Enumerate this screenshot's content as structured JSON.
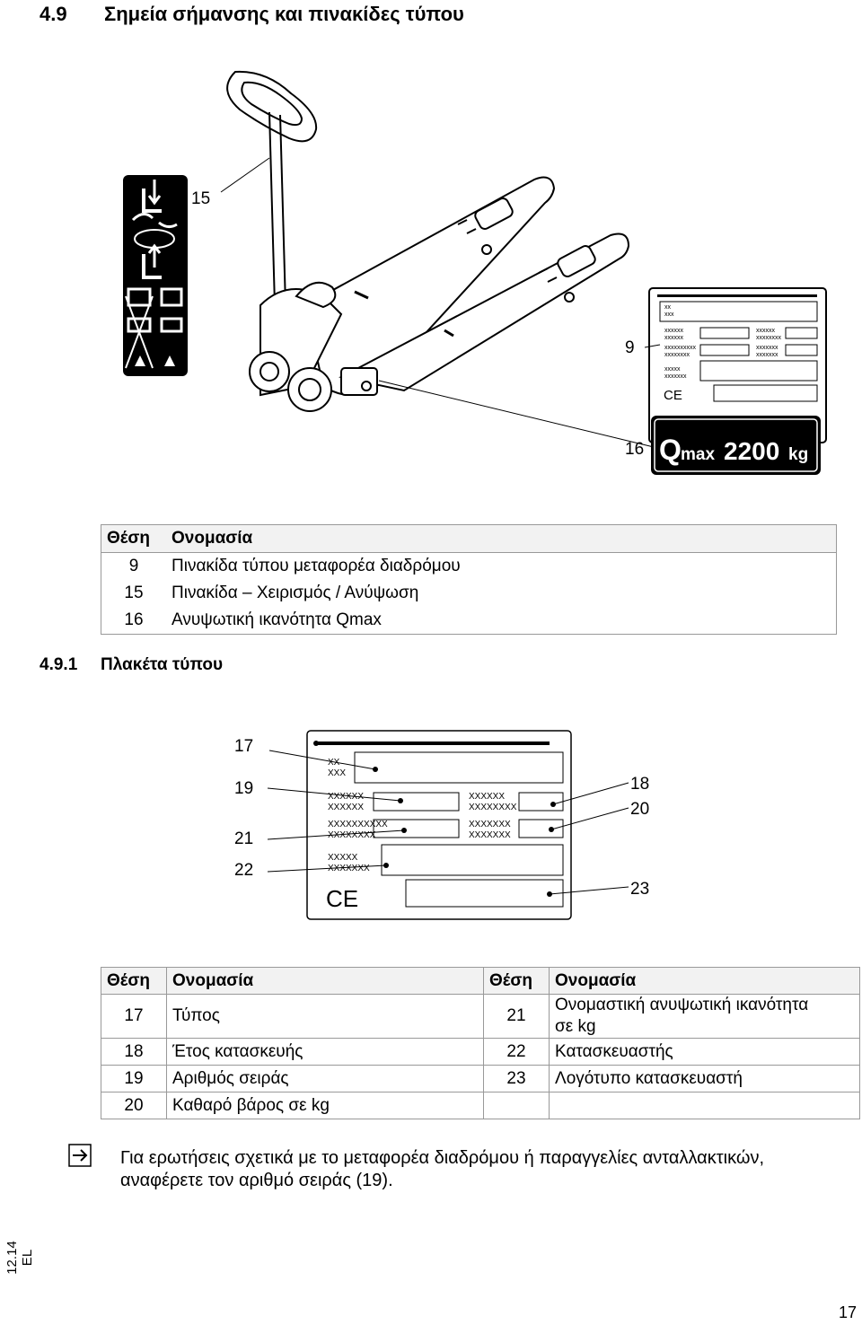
{
  "heading": {
    "number": "4.9",
    "title": "Σημεία σήμανσης και πινακίδες τύπου"
  },
  "figure1": {
    "callouts": {
      "c15": "15",
      "c9": "9",
      "c16": "16"
    },
    "type_plate": {
      "r1a": "xx",
      "r1b": "xxx",
      "r2a": "xxxxxx",
      "r2b": "xxxxxx",
      "r3a": "xxxxxx",
      "r3b": "xxxxxxxx",
      "r4a": "xxxxxxxxxx",
      "r4b": "xxxxxxxx",
      "r5a": "xxxxxxx",
      "r5b": "xxxxxxx",
      "r6a": "xxxxx",
      "r6b": "xxxxxxx",
      "ce": "CE"
    },
    "qmax_plate": {
      "q": "Q",
      "max": "max",
      "value": "2200",
      "unit": "kg"
    }
  },
  "table1": {
    "headers": {
      "pos": "Θέση",
      "name": "Ονομασία"
    },
    "rows": [
      {
        "pos": "9",
        "name": "Πινακίδα τύπου μεταφορέα διαδρόμου"
      },
      {
        "pos": "15",
        "name": "Πινακίδα – Χειρισμός / Ανύψωση"
      },
      {
        "pos": "16",
        "name": "Ανυψωτική ικανότητα Qmax"
      }
    ]
  },
  "subheading": {
    "number": "4.9.1",
    "title": "Πλακέτα τύπου"
  },
  "figure2": {
    "callouts": {
      "c17": "17",
      "c19": "19",
      "c21": "21",
      "c22": "22",
      "c18": "18",
      "c20": "20",
      "c23": "23"
    },
    "plate": {
      "r1a": "XX",
      "r1b": "XXX",
      "r2a": "XXXXXX",
      "r2b": "XXXXXX",
      "r3a": "XXXXXX",
      "r3b": "XXXXXXXX",
      "r4a": "XXXXXXXXXX",
      "r4b": "XXXXXXXX",
      "r5a": "XXXXXXX",
      "r5b": "XXXXXXX",
      "r6a": "XXXXX",
      "r6b": "XXXXXXX",
      "ce": "CE"
    }
  },
  "table2": {
    "headers": {
      "pos": "Θέση",
      "name": "Ονομασία",
      "pos2": "Θέση",
      "name2": "Ονομασία"
    },
    "rows": [
      {
        "pos": "17",
        "name": "Τύπος",
        "pos2": "21",
        "name2a": "Ονομαστική ανυψωτική ικανότητα",
        "name2b": "σε kg"
      },
      {
        "pos": "18",
        "name": "Έτος κατασκευής",
        "pos2": "22",
        "name2": "Κατασκευαστής"
      },
      {
        "pos": "19",
        "name": "Αριθμός σειράς",
        "pos2": "23",
        "name2": "Λογότυπο κατασκευαστή"
      },
      {
        "pos": "20",
        "name": "Καθαρό βάρος σε kg",
        "pos2": "",
        "name2": ""
      }
    ]
  },
  "note": {
    "line1": "Για ερωτήσεις σχετικά με το μεταφορέα διαδρόμου ή παραγγελίες ανταλλακτικών,",
    "line2": "αναφέρετε τον αριθμό σειράς (19)."
  },
  "footer": {
    "doc_code": "12.14 EL",
    "page": "17"
  }
}
